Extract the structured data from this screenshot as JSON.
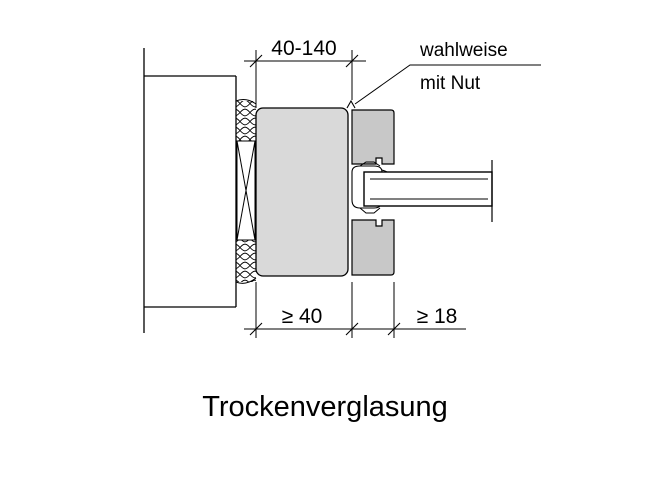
{
  "dimensions": {
    "top_width": "40-140",
    "bottom_frame": "≥ 40",
    "bottom_glazing": "≥ 18"
  },
  "annotation": {
    "line1": "wahlweise",
    "line2": "mit Nut"
  },
  "caption": "Trockenverglasung",
  "colors": {
    "frame_fill": "#d9d9d9",
    "glazing_bead_fill": "#c8c8c8",
    "line": "#000000",
    "background": "#ffffff"
  }
}
